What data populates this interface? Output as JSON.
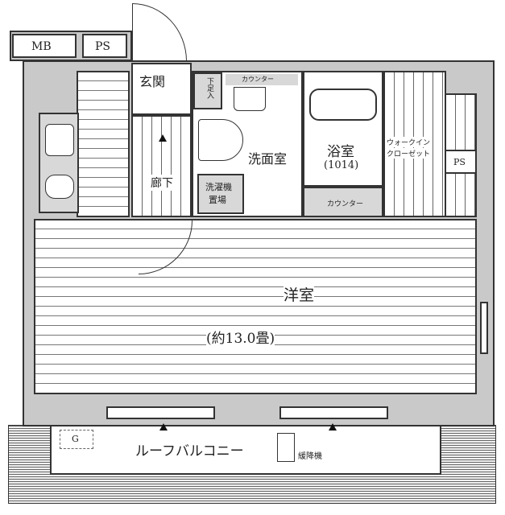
{
  "labels": {
    "mb": "MB",
    "ps_top": "PS",
    "entrance": "玄関",
    "shoe_cabinet": "下足入",
    "counter_wash": "カウンター",
    "washroom": "洗面室",
    "bathroom": "浴室",
    "bath_size": "(1014)",
    "walk_in_closet_1": "ウォークイン",
    "walk_in_closet_2": "クローゼット",
    "ps_right": "PS",
    "hallway": "廊下",
    "laundry_1": "洗濯機",
    "laundry_2": "置場",
    "counter_bath": "カウンター",
    "western_room": "洋室",
    "room_size": "(約13.0畳)",
    "roof_balcony": "ルーフバルコニー",
    "escape_device": "緩降機",
    "gas": "G"
  }
}
